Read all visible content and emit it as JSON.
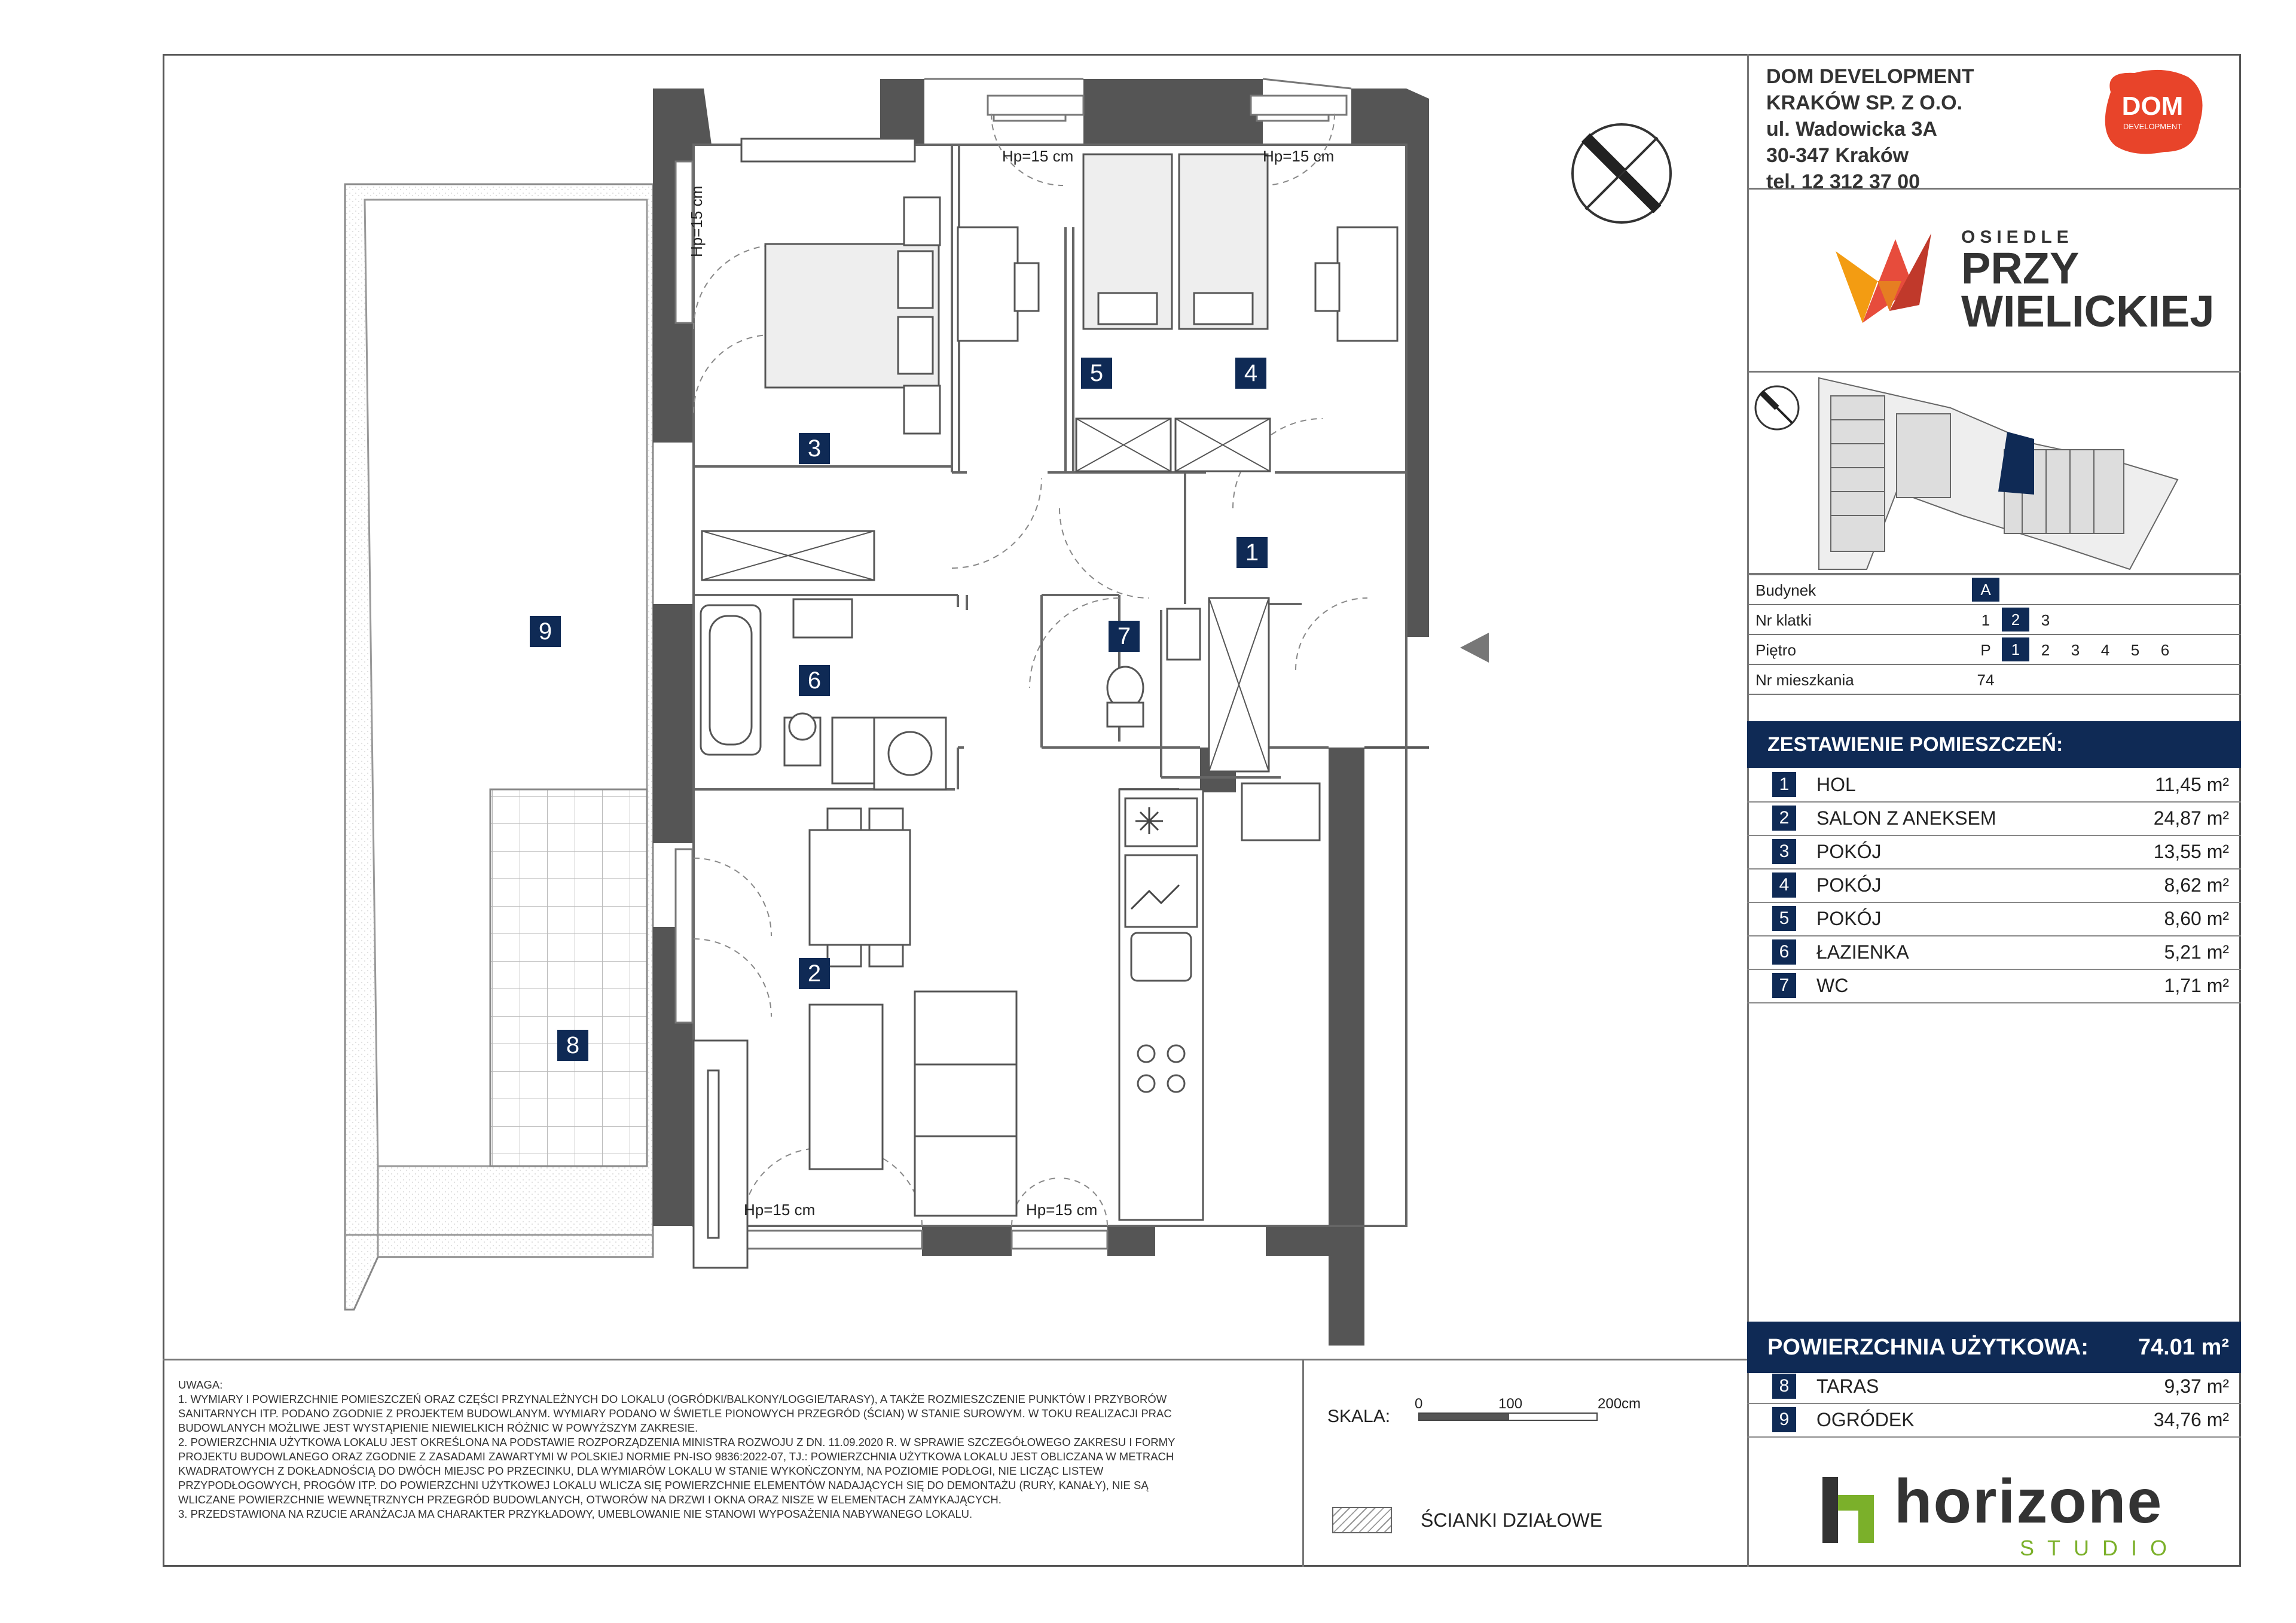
{
  "company": {
    "line1": "DOM DEVELOPMENT",
    "line2": "KRAKÓW SP. Z O.O.",
    "line3": "ul. Wadowicka 3A",
    "line4": "30-347 Kraków",
    "line5": "tel. 12 312 37 00"
  },
  "brand_logo": {
    "text1": "DOM",
    "text2": "DEVELOPMENT",
    "color": "#e8442a"
  },
  "estate_logo": {
    "small": "OSIEDLE",
    "line1": "PRZY",
    "line2": "WIELICKIEJ"
  },
  "plan": {
    "room_numbers": [
      "1",
      "2",
      "3",
      "4",
      "5",
      "6",
      "7",
      "8",
      "9"
    ],
    "window_heights": [
      "Hp=15 cm",
      "Hp=15 cm",
      "Hp=15 cm",
      "Hp=15 cm",
      "Hp=15 cm"
    ]
  },
  "info": {
    "building_label": "Budynek",
    "building_values": [
      "A"
    ],
    "stair_label": "Nr klatki",
    "stair_values": [
      "1",
      "2",
      "3"
    ],
    "floor_label": "Piętro",
    "floor_values": [
      "P",
      "1",
      "2",
      "3",
      "4",
      "5",
      "6"
    ],
    "apt_label": "Nr mieszkania",
    "apt_value": "74"
  },
  "rooms_title": "ZESTAWIENIE POMIESZCZEŃ:",
  "rooms": [
    {
      "n": "1",
      "name": "HOL",
      "area": "11,45 m²"
    },
    {
      "n": "2",
      "name": "SALON Z ANEKSEM",
      "area": "24,87 m²"
    },
    {
      "n": "3",
      "name": "POKÓJ",
      "area": "13,55 m²"
    },
    {
      "n": "4",
      "name": "POKÓJ",
      "area": "8,62 m²"
    },
    {
      "n": "5",
      "name": "POKÓJ",
      "area": "8,60 m²"
    },
    {
      "n": "6",
      "name": "ŁAZIENKA",
      "area": "5,21 m²"
    },
    {
      "n": "7",
      "name": "WC",
      "area": "1,71 m²"
    }
  ],
  "usable_area": {
    "label": "POWIERZCHNIA UŻYTKOWA:",
    "value": "74.01 m²"
  },
  "extras": [
    {
      "n": "8",
      "name": "TARAS",
      "area": "9,37 m²"
    },
    {
      "n": "9",
      "name": "OGRÓDEK",
      "area": "34,76 m²"
    }
  ],
  "notes": [
    "UWAGA:",
    "1. WYMIARY I POWIERZCHNIE POMIESZCZEŃ ORAZ CZĘŚCI PRZYNALEŻNYCH DO LOKALU (OGRÓDKI/BALKONY/LOGGIE/TARASY), A TAKŻE ROZMIESZCZENIE PUNKTÓW I PRZYBORÓW",
    "SANITARNYCH ITP. PODANO ZGODNIE Z PROJEKTEM BUDOWLANYM. WYMIARY PODANO W ŚWIETLE PIONOWYCH PRZEGRÓD (ŚCIAN) W STANIE SUROWYM. W TOKU REALIZACJI PRAC",
    "BUDOWLANYCH MOŻLIWE JEST WYSTĄPIENIE NIEWIELKICH RÓŻNIC W POWYŻSZYM ZAKRESIE.",
    "2. POWIERZCHNIA UŻYTKOWA LOKALU JEST OKREŚLONA NA PODSTAWIE ROZPORZĄDZENIA MINISTRA ROZWOJU Z DN. 11.09.2020 R. W SPRAWIE SZCZEGÓŁOWEGO ZAKRESU I FORMY",
    "PROJEKTU BUDOWLANEGO ORAZ ZGODNIE Z ZASADAMI ZAWARTYMI W POLSKIEJ NORMIE PN-ISO 9836:2022-07, TJ.: POWIERZCHNIA UŻYTKOWA LOKALU JEST OBLICZANA W METRACH",
    "KWADRATOWYCH Z DOKŁADNOŚCIĄ DO DWÓCH MIEJSC PO PRZECINKU, DLA WYMIARÓW LOKALU W STANIE WYKOŃCZONYM, NA POZIOMIE PODŁOGI, NIE LICZĄC LISTEW",
    "PRZYPODŁOGOWYCH, PROGÓW ITP. DO POWIERZCHNI UŻYTKOWEJ LOKALU WLICZA SIĘ POWIERZCHNIE ELEMENTÓW NADAJĄCYCH SIĘ DO DEMONTAŻU (RURY, KANAŁY), NIE SĄ",
    "WLICZANE POWIERZCHNIE WEWNĘTRZNYCH PRZEGRÓD BUDOWLANYCH, OTWORÓW NA DRZWI I OKNA ORAZ NISZE W ELEMENTACH ZAMYKAJĄCYCH.",
    "3. PRZEDSTAWIONA NA RZUCIE ARANŻACJA MA CHARAKTER PRZYKŁADOWY, UMEBLOWANIE NIE STANOWI WYPOSAŻENIA NABYWANEGO LOKALU."
  ],
  "scale": {
    "label": "SKALA:",
    "t0": "0",
    "t1": "100",
    "t2": "200cm"
  },
  "legend": {
    "partition_label": "ŚCIANKI DZIAŁOWE"
  },
  "studio_logo": {
    "word": "horizone",
    "sub": "STUDIO",
    "accent": "#7bb02a"
  }
}
